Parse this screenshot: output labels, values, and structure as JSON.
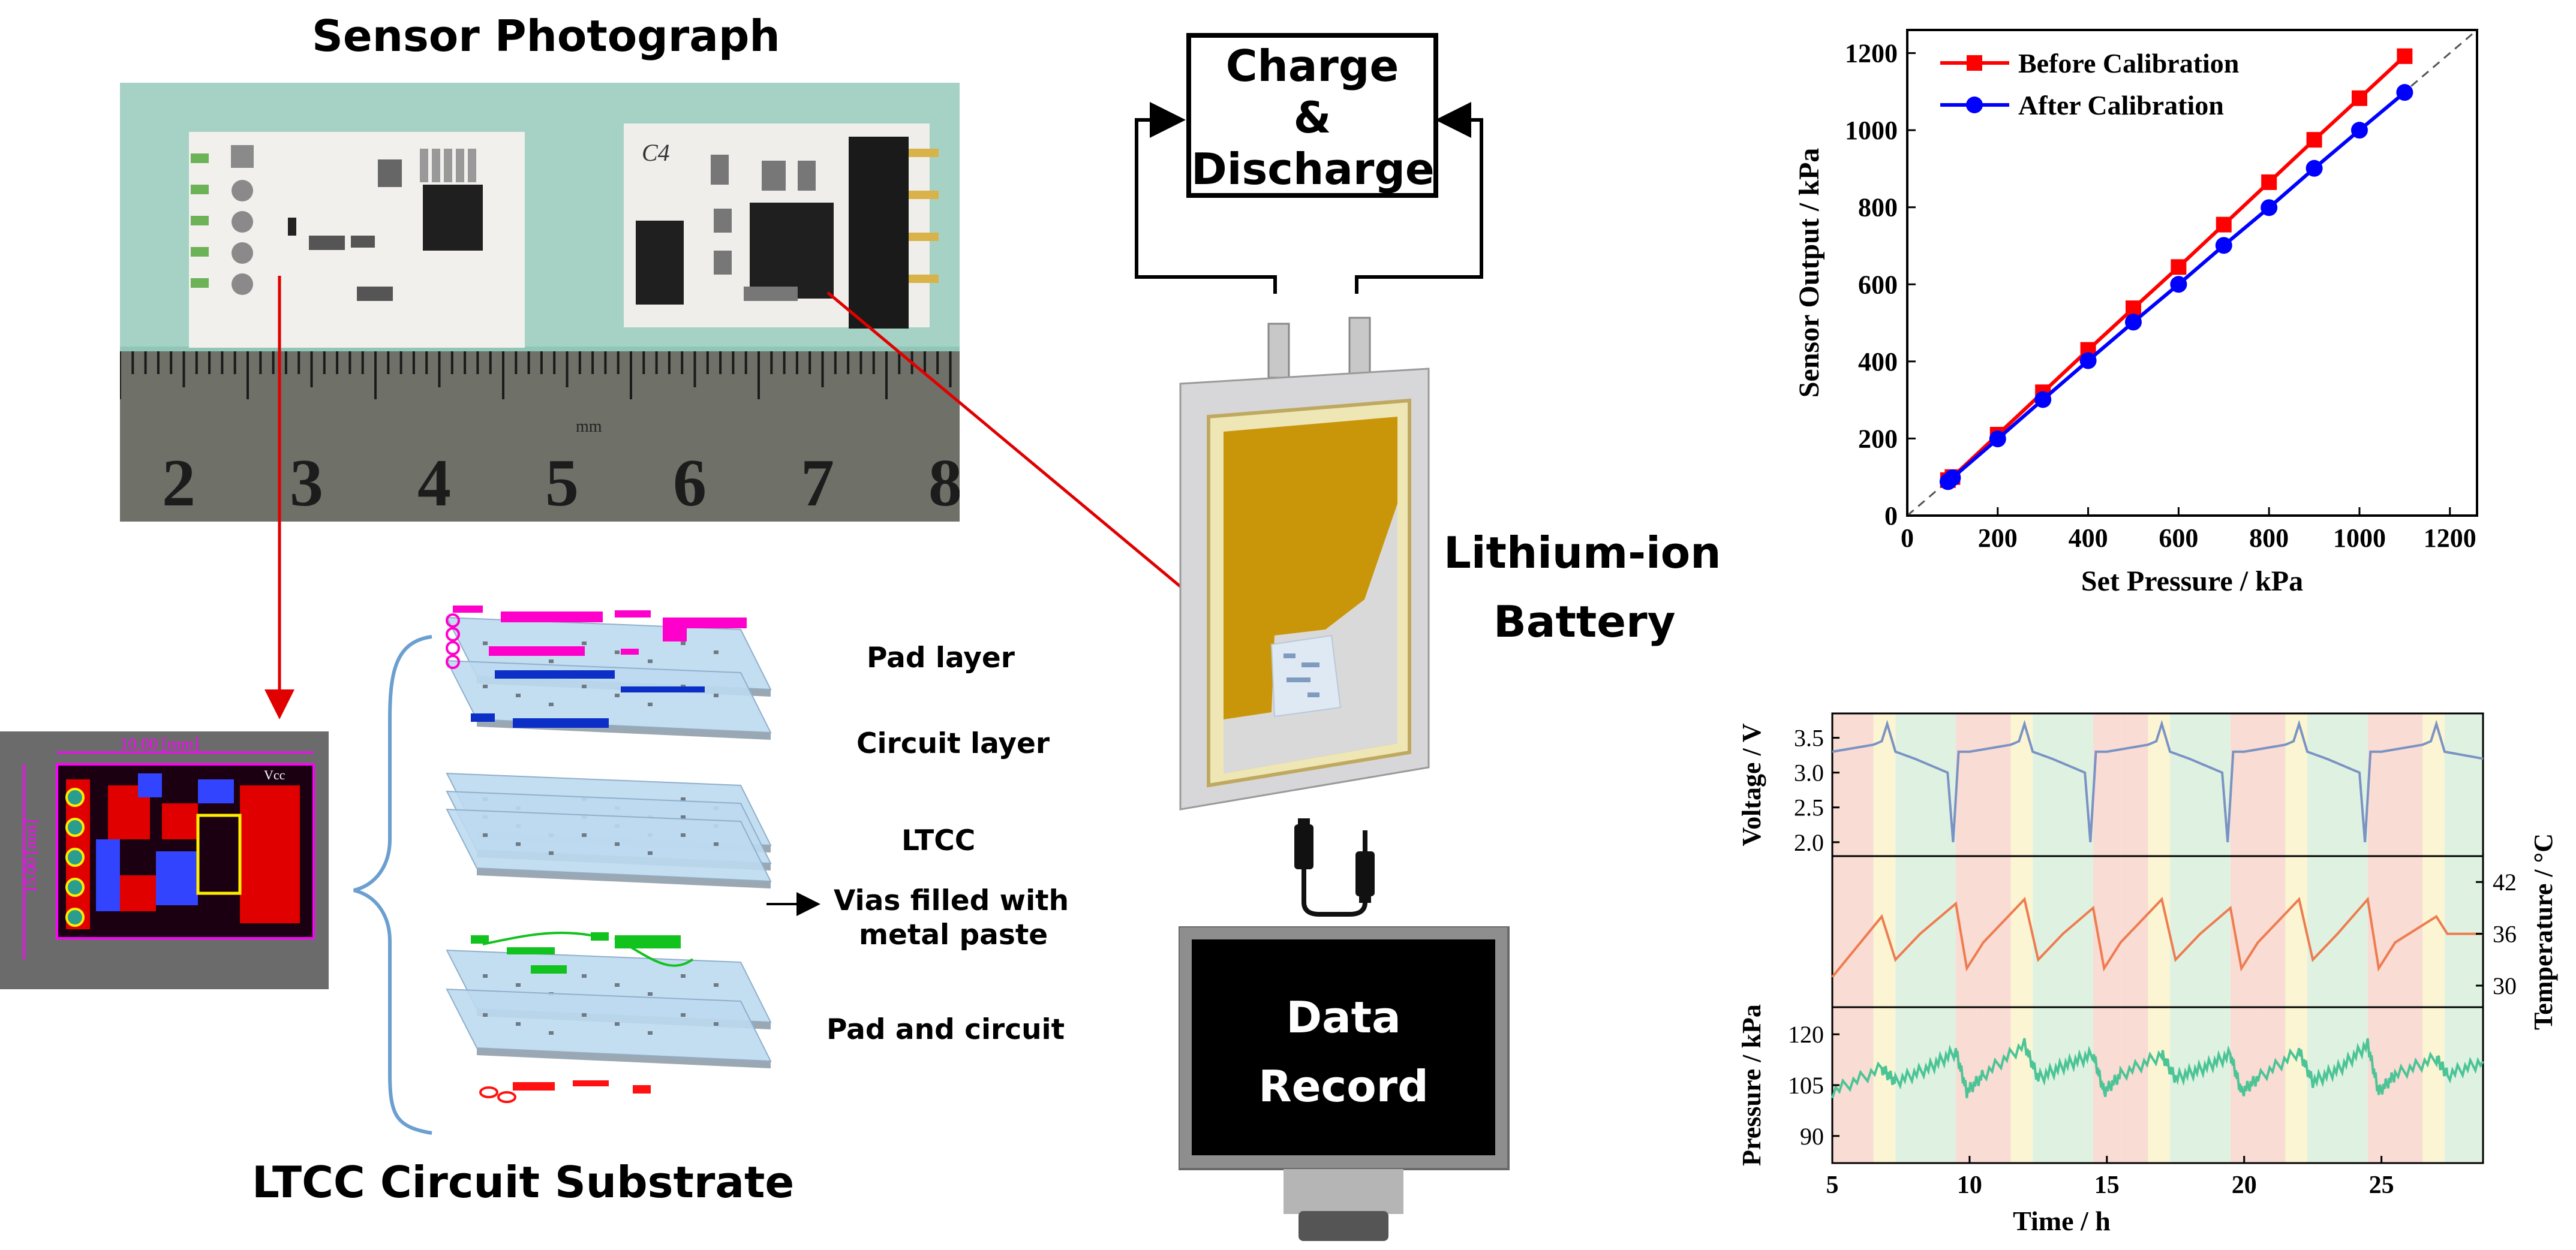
{
  "photo": {
    "title": "Sensor Photograph",
    "ruler_unit": "mm",
    "ruler_numbers": [
      "2",
      "3",
      "4",
      "5",
      "6",
      "7",
      "8"
    ],
    "sample_marking": "C4"
  },
  "pcb": {
    "dim_width": "10.00 [mm]",
    "dim_height": "15.00 [mm]",
    "label": "Vcc"
  },
  "ltcc": {
    "title": "LTCC Circuit Substrate",
    "labels": {
      "pad_layer": "Pad layer",
      "circuit_layer": "Circuit layer",
      "ltcc": "LTCC",
      "vias_line1": "Vias filled with",
      "vias_line2": "metal paste",
      "pad_circuit": "Pad and circuit"
    }
  },
  "battery": {
    "charge_line1": "Charge",
    "charge_line2": "&",
    "charge_line3": "Discharge",
    "label_line1": "Lithium-ion",
    "label_line2": "Battery",
    "record_line1": "Data",
    "record_line2": "Record"
  },
  "colors": {
    "before": "#ff0000",
    "after": "#0000ff",
    "voltage": "#7b93c4",
    "temperature": "#ee7c50",
    "pressure": "#4cc496",
    "band_red": "#f9dcd4",
    "band_yellow": "#fbf5d3",
    "band_green": "#dff2e1"
  },
  "chart_data": [
    {
      "type": "line",
      "xlabel": "Set Pressure / kPa",
      "ylabel": "Sensor Output / kPa",
      "xlim": [
        0,
        1260
      ],
      "ylim": [
        0,
        1260
      ],
      "xticks": [
        0,
        200,
        400,
        600,
        800,
        1000,
        1200
      ],
      "yticks": [
        0,
        200,
        400,
        600,
        800,
        1000,
        1200
      ],
      "reference_line": "y = x (dashed)",
      "legend_position": "top-left",
      "x": [
        90,
        100,
        200,
        300,
        400,
        500,
        600,
        700,
        800,
        900,
        1000,
        1100
      ],
      "series": [
        {
          "name": "Before Calibration",
          "marker": "square",
          "values": [
            92,
            100,
            210,
            320,
            430,
            538,
            645,
            755,
            865,
            975,
            1083,
            1192
          ]
        },
        {
          "name": "After Calibration",
          "marker": "circle",
          "values": [
            88,
            98,
            199,
            301,
            402,
            502,
            600,
            701,
            799,
            901,
            1000,
            1098
          ]
        }
      ]
    },
    {
      "type": "line",
      "xlabel": "Time / h",
      "xlim": [
        5,
        28.7
      ],
      "xticks": [
        5,
        10,
        15,
        20,
        25
      ],
      "panels": [
        {
          "name": "Voltage",
          "ylabel": "Voltage / V",
          "ylim": [
            1.8,
            3.85
          ],
          "yticks": [
            2.0,
            2.5,
            3.0,
            3.5
          ],
          "x": [
            5,
            6.5,
            6.8,
            7.0,
            7.3,
            8.0,
            9.2,
            9.4,
            9.6,
            10.0,
            11.5,
            11.8,
            12.0,
            12.3,
            13.0,
            14.2,
            14.4,
            14.6,
            15.0,
            16.5,
            16.8,
            17.0,
            17.3,
            18.0,
            19.2,
            19.4,
            19.6,
            20.0,
            21.5,
            21.8,
            22.0,
            22.3,
            23.0,
            24.2,
            24.4,
            24.6,
            25.0,
            26.5,
            26.8,
            27.0,
            27.3,
            28.7
          ],
          "values": [
            3.3,
            3.4,
            3.45,
            3.7,
            3.3,
            3.2,
            3.0,
            2.0,
            3.3,
            3.3,
            3.4,
            3.45,
            3.7,
            3.3,
            3.2,
            3.0,
            2.0,
            3.3,
            3.3,
            3.4,
            3.45,
            3.7,
            3.3,
            3.2,
            3.0,
            2.0,
            3.3,
            3.3,
            3.4,
            3.45,
            3.7,
            3.3,
            3.2,
            3.0,
            2.0,
            3.3,
            3.3,
            3.4,
            3.45,
            3.7,
            3.3,
            3.2
          ]
        },
        {
          "name": "Temperature",
          "ylabel": "Temperature / °C",
          "ylabel_side": "right",
          "ylim": [
            27.5,
            45
          ],
          "yticks": [
            30,
            36,
            42
          ],
          "x": [
            5,
            6.8,
            7.3,
            8.2,
            9.5,
            9.9,
            10.5,
            12.0,
            12.5,
            13.4,
            14.5,
            14.9,
            15.5,
            17.0,
            17.5,
            18.4,
            19.5,
            19.9,
            20.5,
            22.0,
            22.5,
            23.4,
            24.5,
            24.9,
            25.5,
            27.0,
            27.4,
            28.7
          ],
          "values": [
            31,
            38,
            33,
            36,
            39.5,
            32,
            35,
            40,
            33,
            36,
            39,
            32,
            35,
            40,
            33,
            36,
            39,
            32,
            35,
            40,
            33,
            36,
            40,
            32,
            35,
            38,
            36,
            36
          ]
        },
        {
          "name": "Pressure",
          "ylabel": "Pressure / kPa",
          "ylim": [
            82,
            128
          ],
          "yticks": [
            90,
            105,
            120
          ],
          "x": [
            5,
            6.8,
            7.3,
            8.5,
            9.5,
            9.9,
            10.5,
            12.0,
            12.5,
            13.5,
            14.5,
            14.9,
            15.5,
            17.0,
            17.5,
            18.5,
            19.5,
            19.9,
            20.5,
            22.0,
            22.5,
            23.5,
            24.5,
            24.9,
            25.5,
            27.0,
            27.4,
            28.7
          ],
          "values": [
            103,
            110,
            106,
            110,
            115,
            103,
            108,
            117,
            107,
            111,
            114,
            103,
            108,
            114,
            107,
            110,
            114,
            103,
            107,
            115,
            106,
            110,
            117,
            103,
            108,
            113,
            108,
            112
          ]
        }
      ],
      "phase_bands": [
        {
          "from": 5,
          "to": 6.5,
          "color": "red"
        },
        {
          "from": 6.5,
          "to": 7.3,
          "color": "yellow"
        },
        {
          "from": 7.3,
          "to": 9.5,
          "color": "green"
        },
        {
          "from": 9.5,
          "to": 10.5,
          "color": "red"
        },
        {
          "from": 10.5,
          "to": 11.5,
          "color": "red"
        },
        {
          "from": 11.5,
          "to": 12.3,
          "color": "yellow"
        },
        {
          "from": 12.3,
          "to": 14.5,
          "color": "green"
        },
        {
          "from": 14.5,
          "to": 15.5,
          "color": "red"
        },
        {
          "from": 15.5,
          "to": 16.5,
          "color": "red"
        },
        {
          "from": 16.5,
          "to": 17.3,
          "color": "yellow"
        },
        {
          "from": 17.3,
          "to": 19.5,
          "color": "green"
        },
        {
          "from": 19.5,
          "to": 20.5,
          "color": "red"
        },
        {
          "from": 20.5,
          "to": 21.5,
          "color": "red"
        },
        {
          "from": 21.5,
          "to": 22.3,
          "color": "yellow"
        },
        {
          "from": 22.3,
          "to": 24.5,
          "color": "green"
        },
        {
          "from": 24.5,
          "to": 25.5,
          "color": "red"
        },
        {
          "from": 25.5,
          "to": 26.5,
          "color": "red"
        },
        {
          "from": 26.5,
          "to": 27.3,
          "color": "yellow"
        },
        {
          "from": 27.3,
          "to": 28.7,
          "color": "green"
        }
      ]
    }
  ]
}
